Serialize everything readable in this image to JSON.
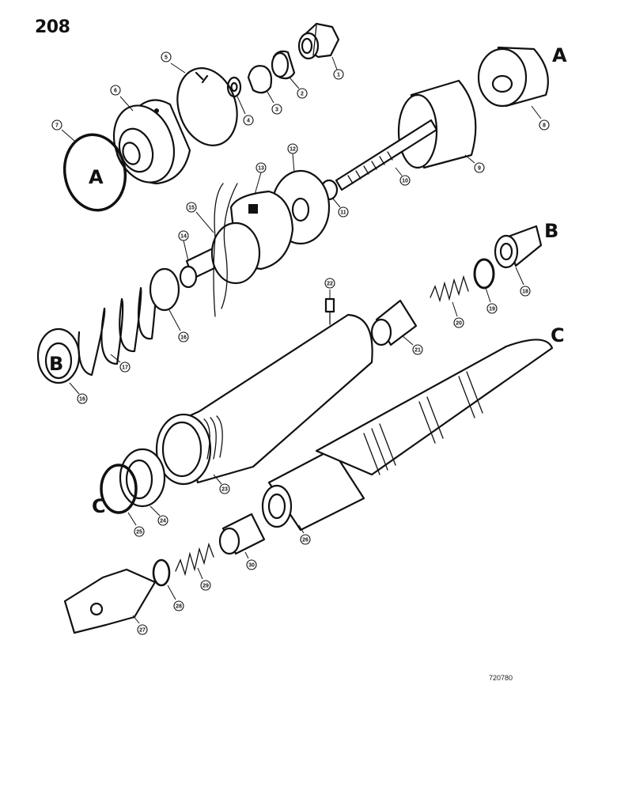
{
  "page": {
    "number": "208",
    "code": "720780"
  },
  "refs": {
    "A": "A",
    "B": "B",
    "C": "C"
  },
  "callouts": [
    "1",
    "2",
    "3",
    "4",
    "5",
    "6",
    "7",
    "8",
    "9",
    "10",
    "11",
    "12",
    "13",
    "14",
    "15",
    "16",
    "17",
    "18",
    "19",
    "20",
    "21",
    "22",
    "23",
    "24",
    "25",
    "26",
    "27",
    "28",
    "29",
    "30"
  ]
}
